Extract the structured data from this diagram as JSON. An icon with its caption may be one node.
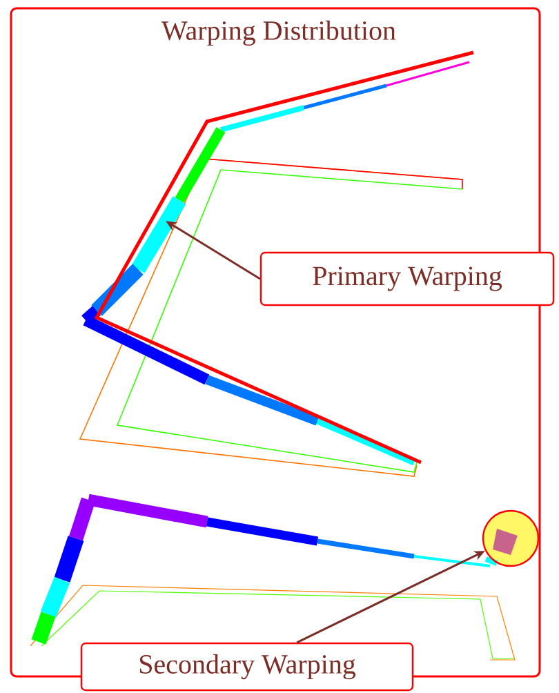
{
  "diagram": {
    "title": "Warping Distribution",
    "nodes": [
      {
        "text": [
          "Primary Warping"
        ]
      },
      {
        "text": [
          "Secondary Warping"
        ]
      },
      {
        "text": [],
        "shape": "circle"
      }
    ],
    "edges": [
      {
        "from": 0,
        "to": null,
        "arrow": "to"
      },
      {
        "from": 1,
        "to": 2,
        "arrow": "to"
      }
    ]
  }
}
